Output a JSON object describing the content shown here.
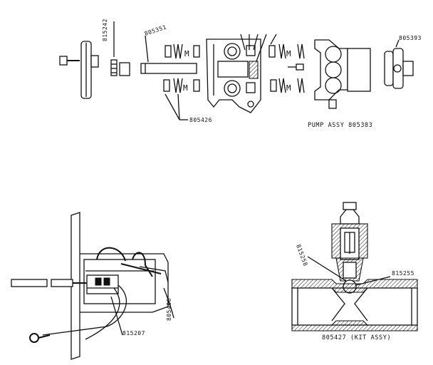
{
  "diagram": {
    "pump_section": {
      "caption": "PUMP ASSY 805383",
      "labels": {
        "p815242": "815242",
        "p805351": "805351",
        "p805393": "805393",
        "p805426": "805426"
      }
    },
    "switch_section": {
      "labels": {
        "p805400": "805400",
        "p815207": "815207"
      }
    },
    "valve_section": {
      "caption": "805427 (KIT ASSY)",
      "labels": {
        "p815258": "815258",
        "p815255": "815255"
      }
    }
  }
}
